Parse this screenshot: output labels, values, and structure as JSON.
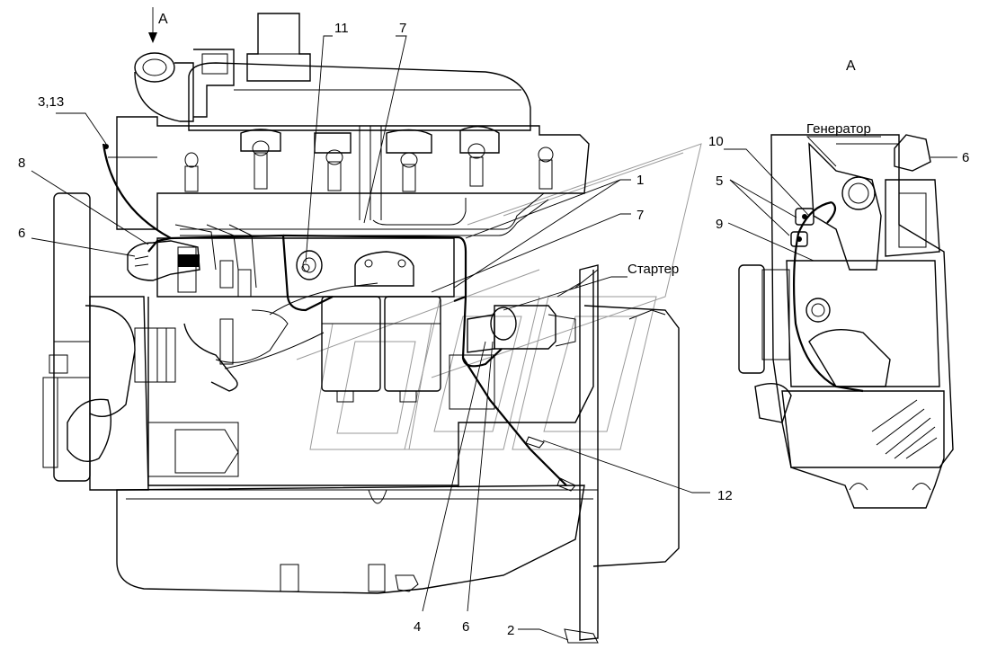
{
  "view_arrow_label": "А",
  "view_title": "А",
  "callouts": {
    "c_3_13": "3,13",
    "c_8": "8",
    "c_6_left": "6",
    "c_11": "11",
    "c_7_top": "7",
    "c_1": "1",
    "c_7_mid": "7",
    "c_4": "4",
    "c_6_bottom": "6",
    "c_2": "2",
    "c_12": "12",
    "c_10": "10",
    "c_5": "5",
    "c_9": "9",
    "c_6_right": "6"
  },
  "components": {
    "starter": "Стартер",
    "generator": "Генератор"
  }
}
